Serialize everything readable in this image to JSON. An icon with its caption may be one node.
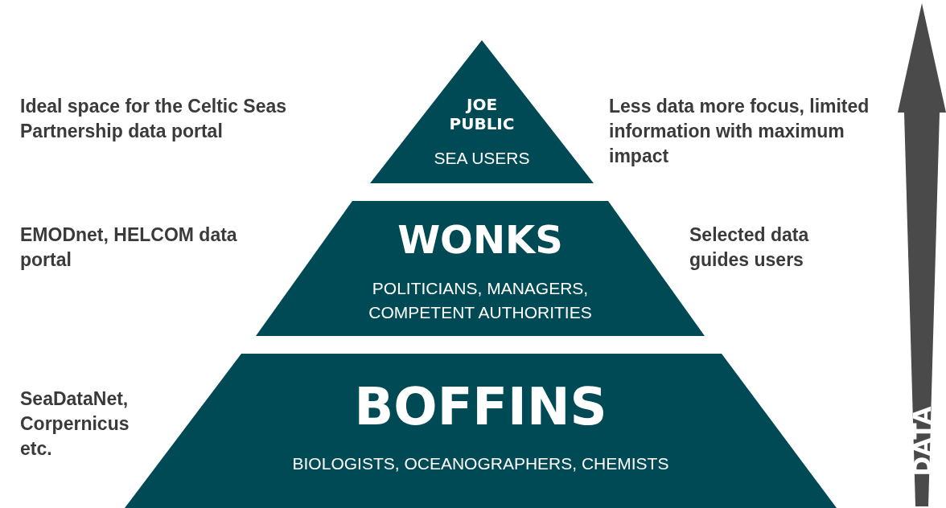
{
  "diagram": {
    "nodes": [
      {
        "text": [
          "JOE PUBLIC",
          "SEA USERS"
        ]
      },
      {
        "text": [
          "WONKS",
          "POLITICIANS, MANAGERS, COMPETENT AUTHORITIES"
        ]
      },
      {
        "text": [
          "BOFFINS",
          "BIOLOGISTS, OCEANOGRAPHERS, CHEMISTS"
        ]
      },
      {
        "text": [
          "DATA"
        ]
      }
    ],
    "labels": [
      "Ideal space for the Celtic Seas Partnership data portal",
      "Less data more focus, limited information with maximum impact",
      "EMODnet, HELCOM data portal",
      "Selected data guides users",
      "SeaDataNet, Corpernicus etc."
    ]
  }
}
